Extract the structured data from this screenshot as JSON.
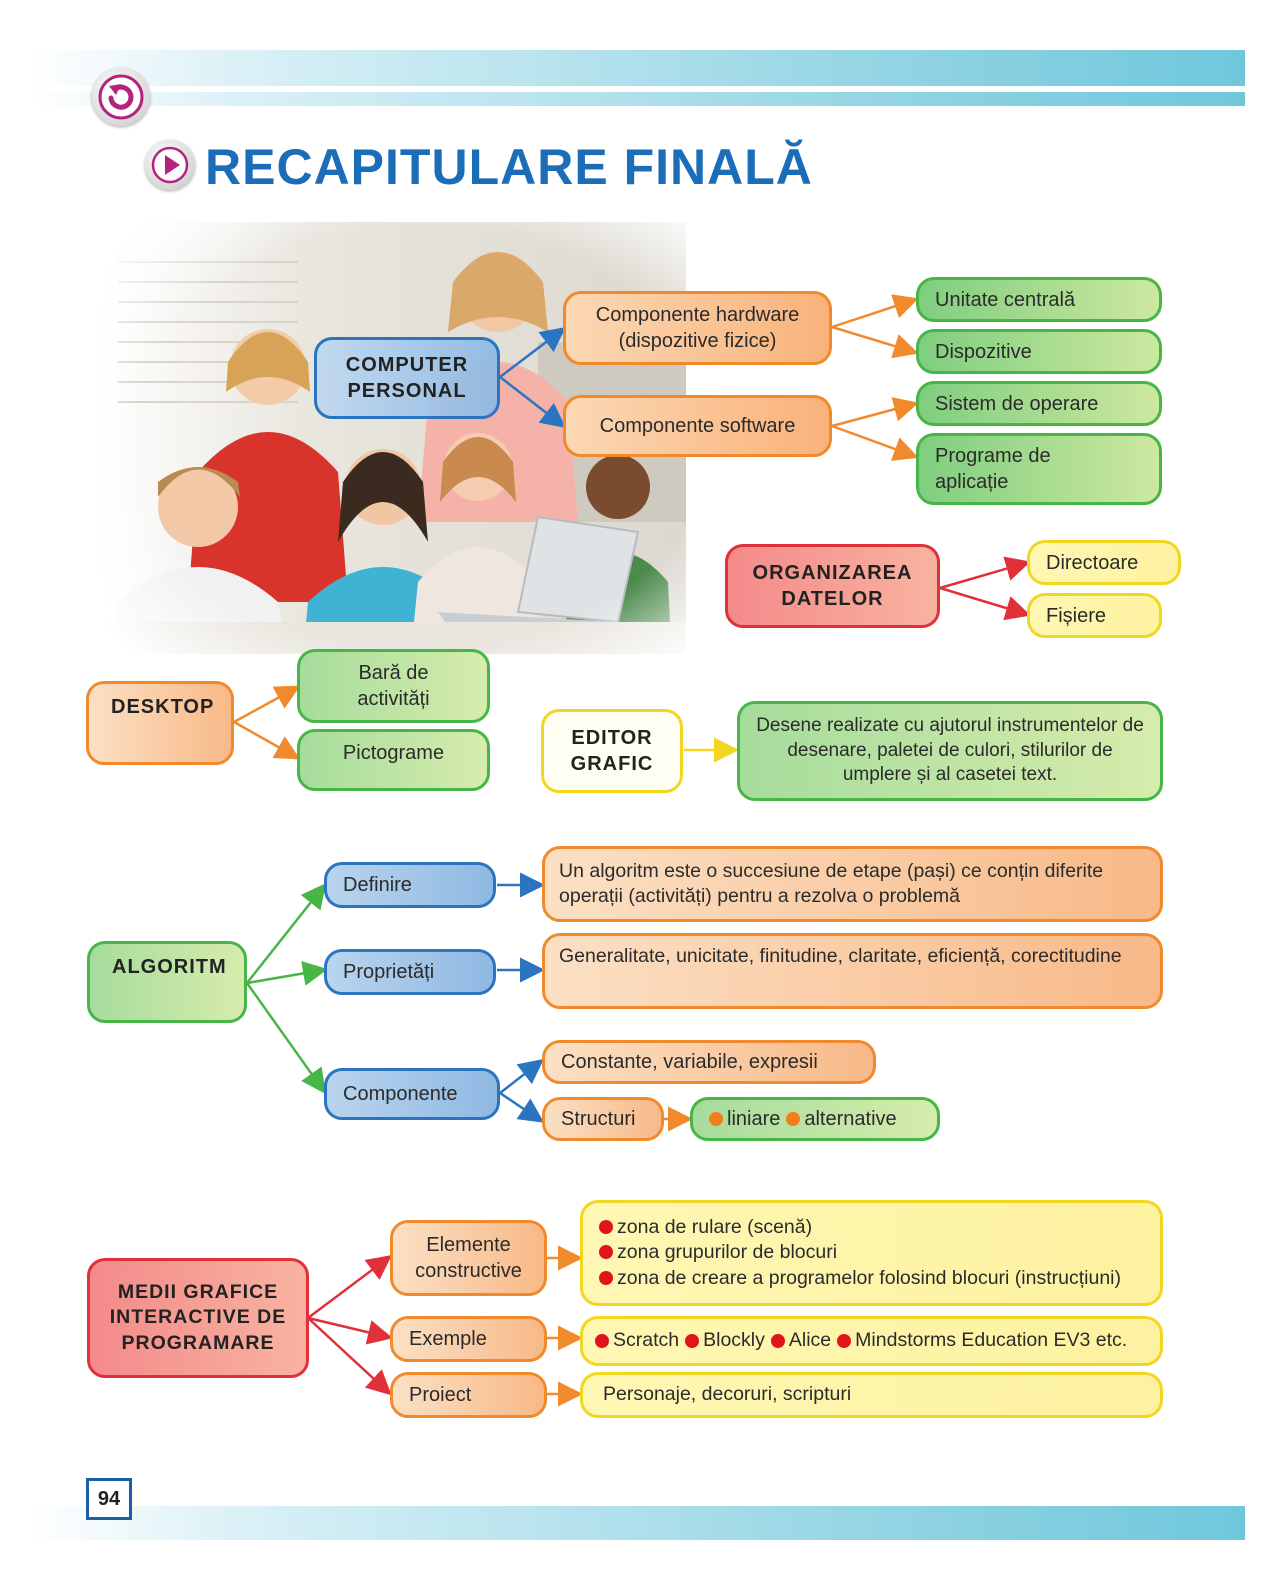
{
  "title": "RECAPITULARE FINALĂ",
  "page_number": "94",
  "icons": [
    "refresh-icon",
    "play-icon"
  ],
  "colors": {
    "title_blue": "#1b6db7",
    "green": "#48b547",
    "orange": "#f08a2c",
    "blue": "#2b74bf",
    "red": "#e0303a",
    "yellow": "#f2d61f"
  },
  "computer": {
    "root": "COMPUTER PERSONAL",
    "hardware": "Componente hardware (dispozitive fizice)",
    "software": "Componente software",
    "hardware_items": [
      "Unitate centrală",
      "Dispozitive"
    ],
    "software_items": [
      "Sistem de operare",
      "Programe de aplicație"
    ]
  },
  "data_org": {
    "root": "ORGANIZAREA DATELOR",
    "items": [
      "Directoare",
      "Fișiere"
    ]
  },
  "desktop": {
    "root": "DESKTOP",
    "items": [
      "Bară de activități",
      "Pictograme"
    ]
  },
  "editor": {
    "root": "EDITOR GRAFIC",
    "description": "Desene realizate cu ajutorul instrumentelor de desenare, paletei de culori, stilurilor de umplere și al casetei text."
  },
  "algorithm": {
    "root": "ALGORITM",
    "definition_label": "Definire",
    "definition_text": "Un algoritm este o succesiune de etape (pași) ce conțin diferite operații (activități) pentru a rezolva o problemă",
    "properties_label": "Proprietăți",
    "properties_text": "Generalitate, unicitate, finitudine, claritate, eficiență, corectitudine",
    "components_label": "Componente",
    "components_constants": "Constante, variabile, expresii",
    "structures_label": "Structuri",
    "structures_types": [
      "liniare",
      "alternative"
    ]
  },
  "programming": {
    "root": "MEDII GRAFICE INTERACTIVE DE PROGRAMARE",
    "elements_label": "Elemente constructive",
    "elements_items": [
      "zona de rulare (scenă)",
      "zona grupurilor de blocuri",
      "zona de creare a programelor folosind blocuri (instrucțiuni)"
    ],
    "examples_label": "Exemple",
    "examples_items": [
      "Scratch",
      "Blockly",
      "Alice",
      "Mindstorms Education EV3 etc."
    ],
    "project_label": "Proiect",
    "project_text": "Personaje, decoruri, scripturi"
  }
}
